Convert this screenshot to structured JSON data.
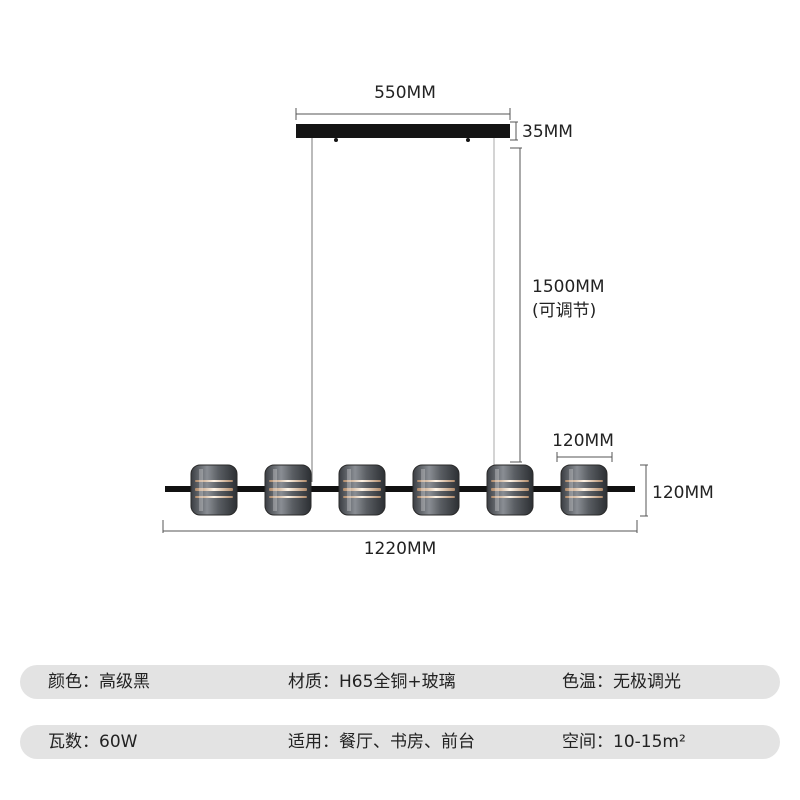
{
  "dimensions": {
    "canopy_width": "550MM",
    "canopy_height": "35MM",
    "wire_length": "1500MM",
    "wire_note": "(可调节)",
    "shade_width": "120MM",
    "shade_height": "120MM",
    "total_length": "1220MM"
  },
  "fixture": {
    "shade_count": 6,
    "body_color": "#111111",
    "glass_color": "#6f7378"
  },
  "specs": {
    "row1": [
      {
        "label": "颜色：",
        "value": "高级黑"
      },
      {
        "label": "材质：",
        "value": "H65全铜+玻璃"
      },
      {
        "label": "色温：",
        "value": "无极调光"
      }
    ],
    "row2": [
      {
        "label": "瓦数：",
        "value": "60W"
      },
      {
        "label": "适用：",
        "value": "餐厅、书房、前台"
      },
      {
        "label": "空间：",
        "value": "10-15m²"
      }
    ]
  }
}
